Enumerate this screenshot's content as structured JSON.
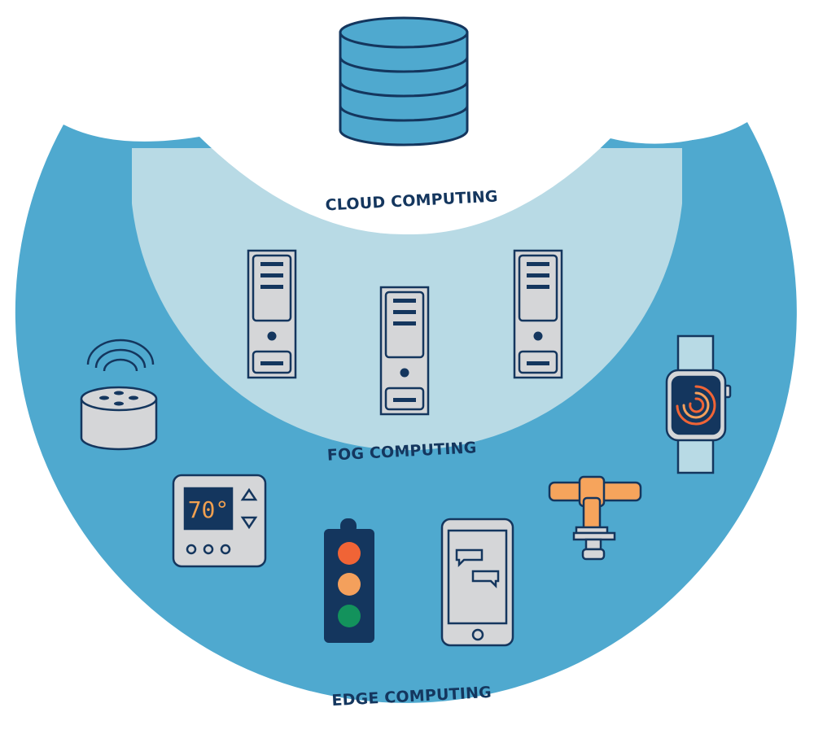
{
  "diagram": {
    "layers": {
      "cloud": {
        "label": "CLOUD COMPUTING"
      },
      "fog": {
        "label": "FOG COMPUTING"
      },
      "edge": {
        "label": "EDGE COMPUTING"
      }
    },
    "thermostat": {
      "display": "70°"
    },
    "icons": {
      "cloud": [
        "database-icon"
      ],
      "fog": [
        "server-tower-icon",
        "server-tower-icon",
        "server-tower-icon"
      ],
      "edge": [
        "smart-speaker-icon",
        "thermostat-icon",
        "traffic-light-icon",
        "smartphone-icon",
        "water-valve-icon",
        "smartwatch-icon"
      ]
    },
    "colors": {
      "edge_layer": "#4fa9cf",
      "fog_layer": "#b8dae5",
      "cloud_layer": "#ffffff",
      "outline": "#14365e",
      "device_fill": "#d5d6d8",
      "traffic_red": "#f06436",
      "traffic_amber": "#f4a05c",
      "traffic_green": "#13925c",
      "valve_orange": "#f6a45c"
    }
  }
}
